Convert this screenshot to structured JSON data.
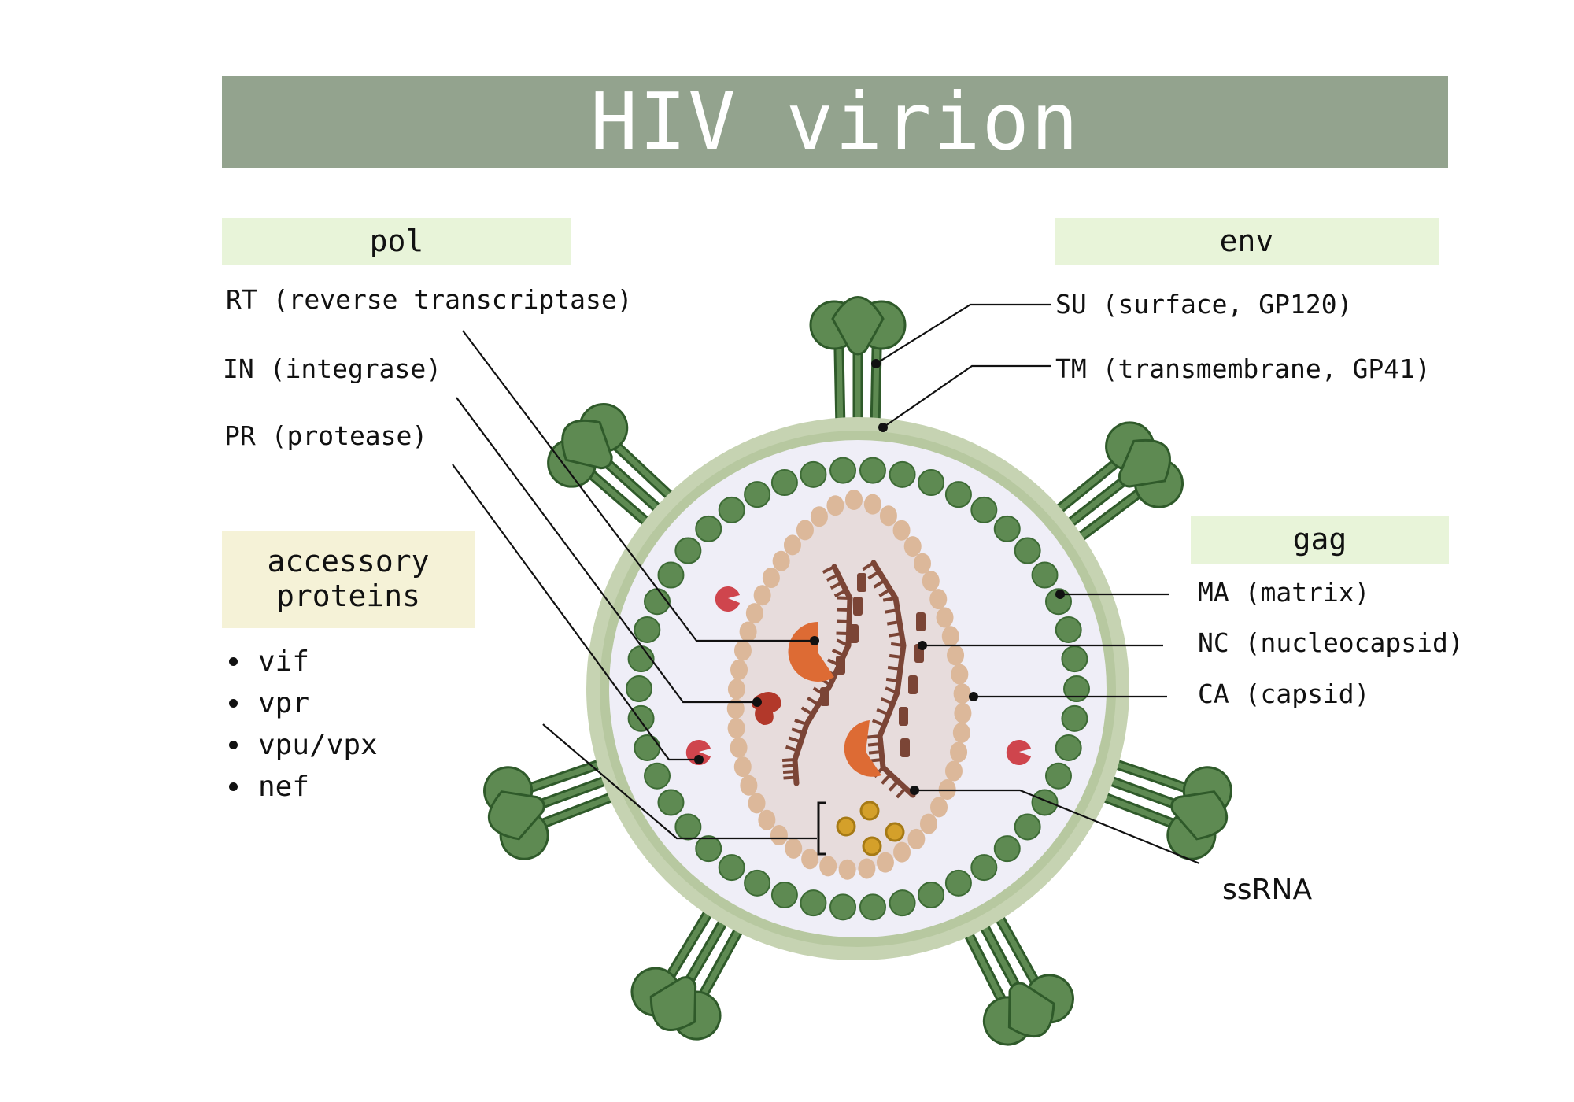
{
  "title": "HIV virion",
  "colors": {
    "title_bar": "#93a38e",
    "envelope": "#c3d0ad",
    "matrix": "#5e8a52",
    "capsid": "#dcb89a",
    "rna": "#7b4536",
    "reverse_transcriptase": "#dd6b34",
    "integrase": "#b2382a",
    "protease": "#cf454d",
    "accessory": "#d4a02a"
  },
  "pol": {
    "header": "pol",
    "labels": {
      "rt": "RT (reverse transcriptase)",
      "in": "IN (integrase)",
      "pr": "PR (protease)"
    }
  },
  "accessory": {
    "header_line1": "accessory",
    "header_line2": "proteins",
    "items": [
      "vif",
      "vpr",
      "vpu/vpx",
      "nef"
    ]
  },
  "env": {
    "header": "env",
    "labels": {
      "su": "SU (surface, GP120)",
      "tm": "TM (transmembrane, GP41)"
    }
  },
  "gag": {
    "header": "gag",
    "labels": {
      "ma": "MA (matrix)",
      "nc": "NC (nucleocapsid)",
      "ca": "CA (capsid)"
    }
  },
  "ssrna": "ssRNA"
}
